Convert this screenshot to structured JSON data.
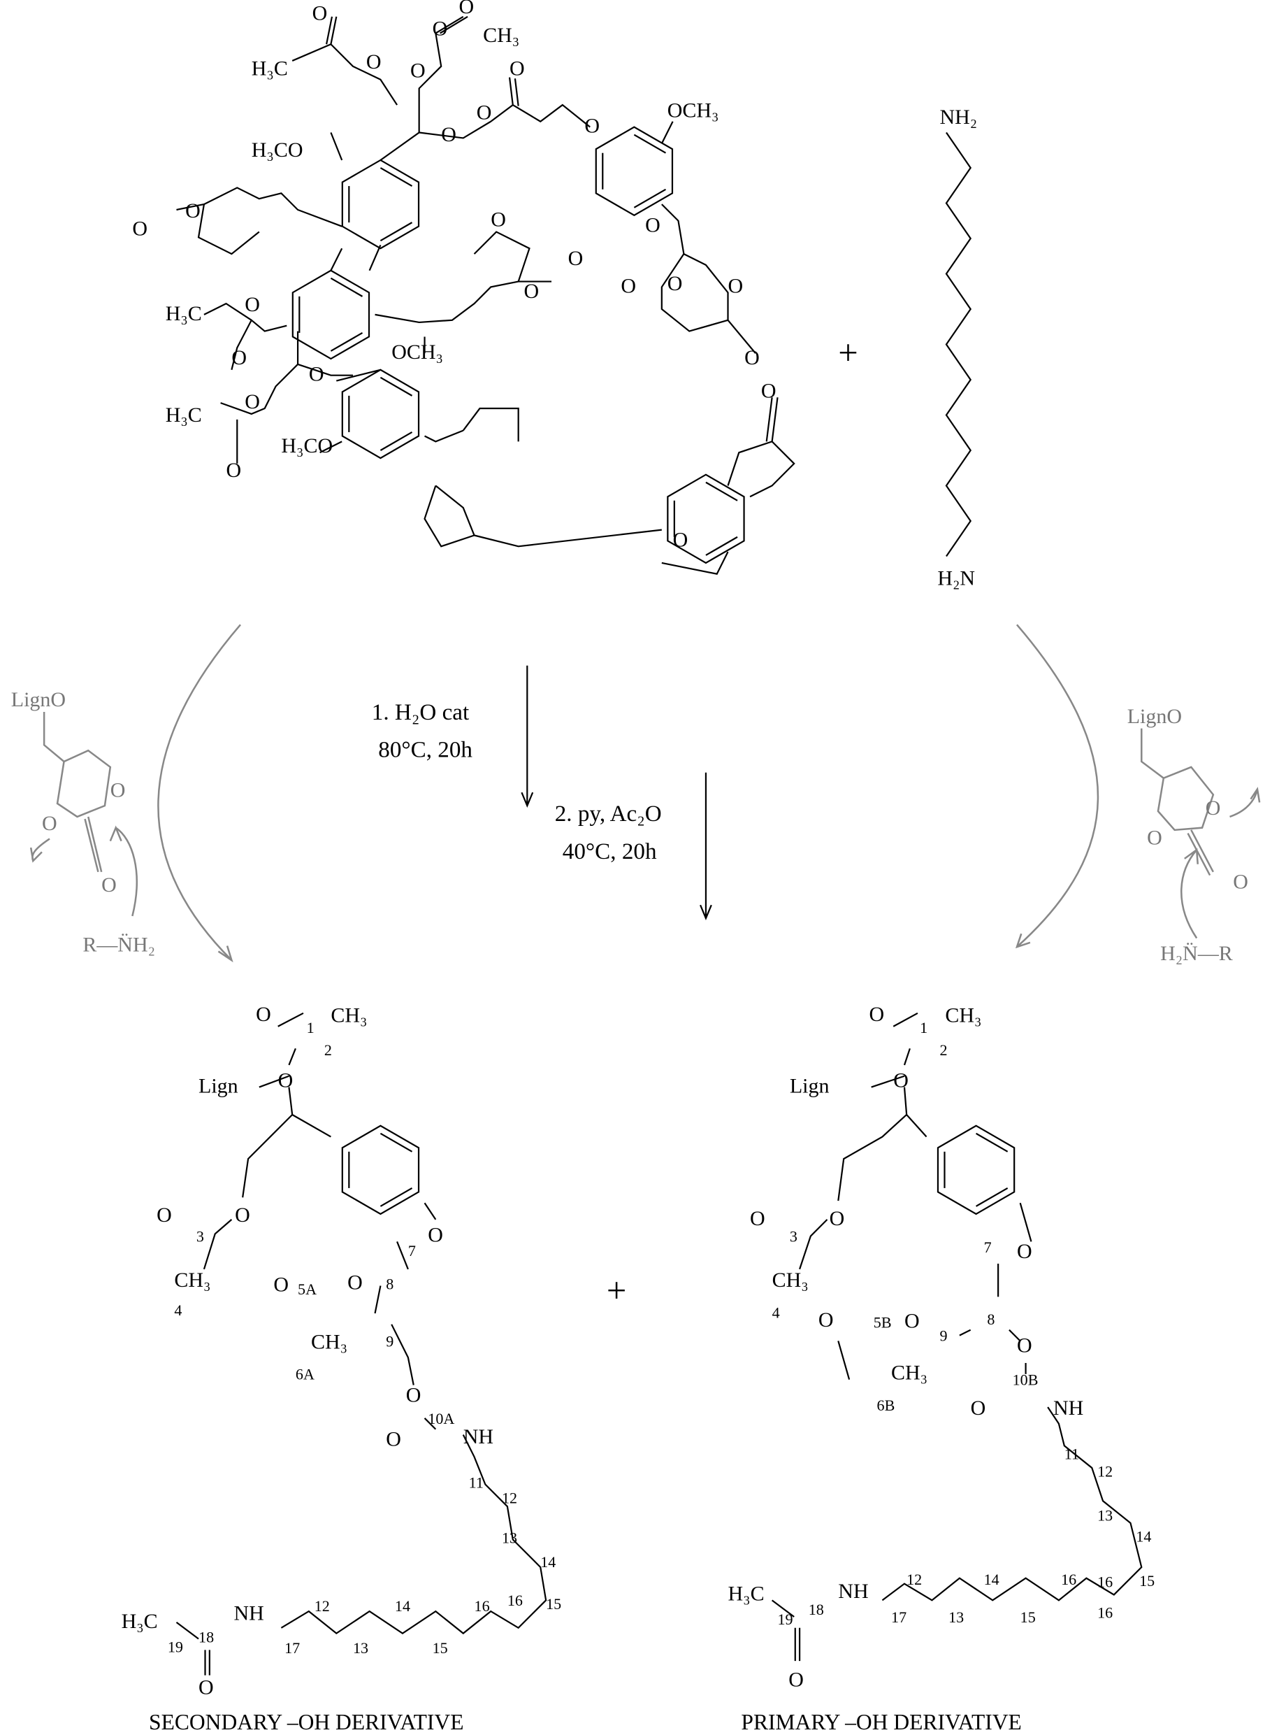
{
  "reactant_lignin": {
    "labels": [
      "O",
      "CH₃",
      "O",
      "H₃C",
      "O",
      "O",
      "O",
      "H₃CO",
      "O",
      "O",
      "O",
      "O",
      "OCH₃",
      "O",
      "O",
      "O",
      "O",
      "O",
      "O",
      "O",
      "H₃C",
      "O",
      "O",
      "OCH₃",
      "O",
      "H₃C",
      "O",
      "H₃CO",
      "O",
      "O",
      "O",
      "O",
      "O",
      "O"
    ]
  },
  "reactant_diamine": {
    "top": "NH₂",
    "bottom": "H₂N"
  },
  "plus_sign": "+",
  "conditions": {
    "step1": {
      "line1": "1. H₂O cat",
      "line2": "80°C, 20h"
    },
    "step2": {
      "line1": "2. py, Ac₂O",
      "line2": "40°C, 20h"
    }
  },
  "mechanism_left": {
    "lign": "LignO",
    "o1": "O",
    "o2": "O",
    "o3": "O",
    "amine": "R—N̈H₂"
  },
  "mechanism_right": {
    "lign": "LignO",
    "o1": "O",
    "o2": "O",
    "o3": "O",
    "amine": "H₂N̈—R"
  },
  "product_secondary": {
    "labels": [
      "O",
      "1",
      "CH₃",
      "2",
      "Lign",
      "O",
      "O",
      "O",
      "3",
      "CH₃",
      "4",
      "O",
      "O",
      "5A",
      "O",
      "8",
      "7",
      "CH₃",
      "6A",
      "9",
      "O",
      "10A",
      "O",
      "NH",
      "11",
      "12",
      "13",
      "14",
      "15",
      "16",
      "H₃C",
      "19",
      "18",
      "NH",
      "17",
      "12",
      "13",
      "14",
      "15",
      "16",
      "O"
    ],
    "caption": "SECONDARY –OH DERIVATIVE"
  },
  "product_primary": {
    "labels": [
      "O",
      "1",
      "CH₃",
      "2",
      "Lign",
      "O",
      "O",
      "O",
      "3",
      "CH₃",
      "4",
      "O",
      "7",
      "8",
      "9",
      "O",
      "5B",
      "O",
      "CH₃",
      "6B",
      "O",
      "10B",
      "O",
      "NH",
      "11",
      "12",
      "13",
      "14",
      "15",
      "16",
      "H₃C",
      "19",
      "18",
      "NH",
      "17",
      "12",
      "13",
      "14",
      "15",
      "16",
      "16",
      "O"
    ],
    "caption": "PRIMARY –OH DERIVATIVE"
  }
}
